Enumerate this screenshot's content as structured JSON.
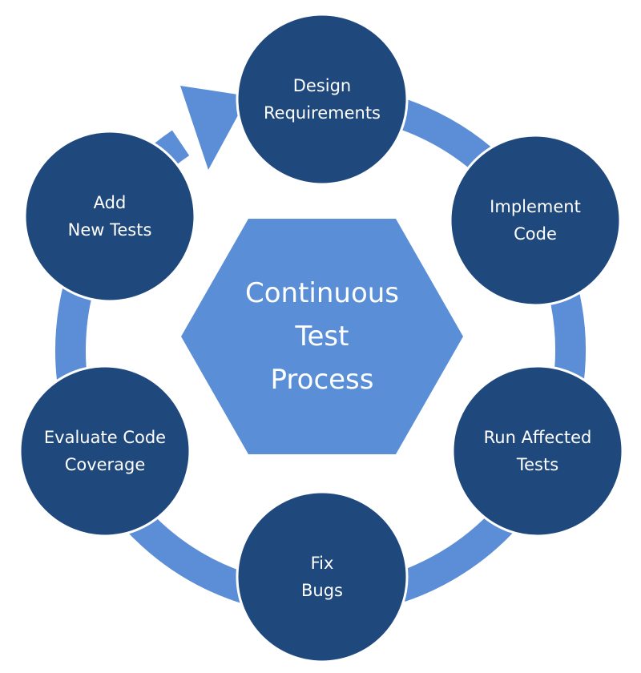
{
  "colors": {
    "ring": "#5b8ed6",
    "node_fill": "#1f497d",
    "node_stroke": "#ffffff",
    "center_fill": "#5a8fd8",
    "text": "#ffffff"
  },
  "center": {
    "lines": [
      "Continuous",
      "Test",
      "Process"
    ]
  },
  "nodes": [
    {
      "id": "design-requirements",
      "lines": [
        "Design",
        "Requirements"
      ]
    },
    {
      "id": "implement-code",
      "lines": [
        "Implement",
        "Code"
      ]
    },
    {
      "id": "run-affected-tests",
      "lines": [
        "Run Affected",
        "Tests"
      ]
    },
    {
      "id": "fix-bugs",
      "lines": [
        "Fix",
        "Bugs"
      ]
    },
    {
      "id": "evaluate-code-coverage",
      "lines": [
        "Evaluate Code",
        "Coverage"
      ]
    },
    {
      "id": "add-new-tests",
      "lines": [
        "Add",
        "New Tests"
      ]
    }
  ],
  "cycle_arrow": {
    "from": "add-new-tests",
    "to": "design-requirements"
  }
}
